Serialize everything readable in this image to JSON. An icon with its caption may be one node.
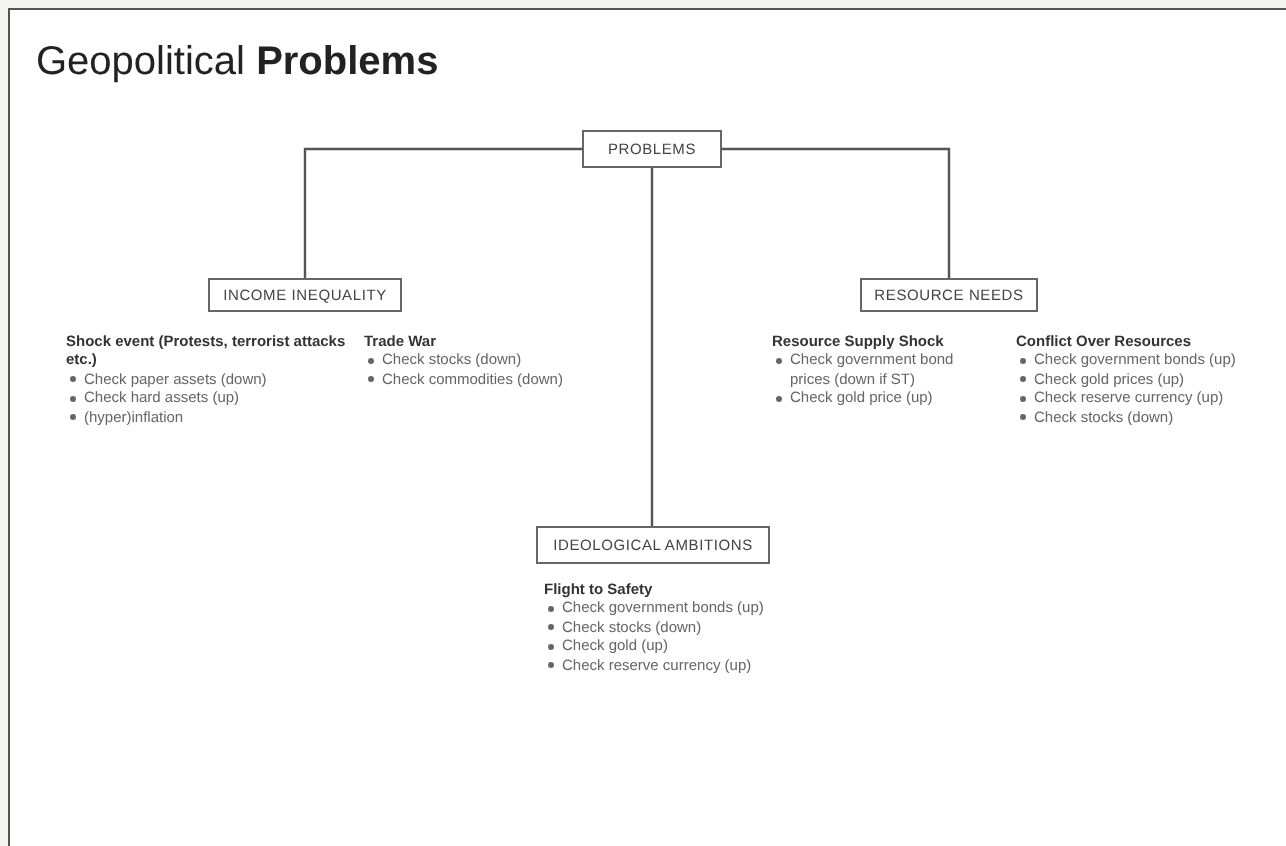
{
  "diagram": {
    "title": "Geopolitical **Problems**",
    "nodes": [
      {
        "text": [
          "PROBLEMS"
        ]
      },
      {
        "text": [
          "INCOME INEQUALITY"
        ],
        "beside": [
          "Shock event (Protests, terrorist attacks etc.)",
          "Check paper assets (down)",
          "Check hard assets (up)",
          "(hyper)inflation",
          "Trade War",
          "Check stocks (down)",
          "Check commodities (down)"
        ]
      },
      {
        "text": [
          "RESOURCE NEEDS"
        ],
        "beside": [
          "Resource Supply Shock",
          "Check government bond prices (down if ST)",
          "Check gold price (up)",
          "Conflict Over Resources",
          "Check government bonds (up)",
          "Check gold prices (up)",
          "Check reserve currency (up)",
          "Check stocks (down)"
        ]
      },
      {
        "text": [
          "IDEOLOGICAL AMBITIONS"
        ],
        "beside": [
          "Flight to Safety",
          "Check government bonds (up)",
          "Check stocks (down)",
          "Check gold (up)",
          "Check reserve currency (up)"
        ]
      }
    ],
    "edges": [
      {
        "from": 0,
        "to": 1,
        "arrow": "none"
      },
      {
        "from": 0,
        "to": 2,
        "arrow": "none"
      },
      {
        "from": 0,
        "to": 3,
        "arrow": "none"
      }
    ]
  }
}
